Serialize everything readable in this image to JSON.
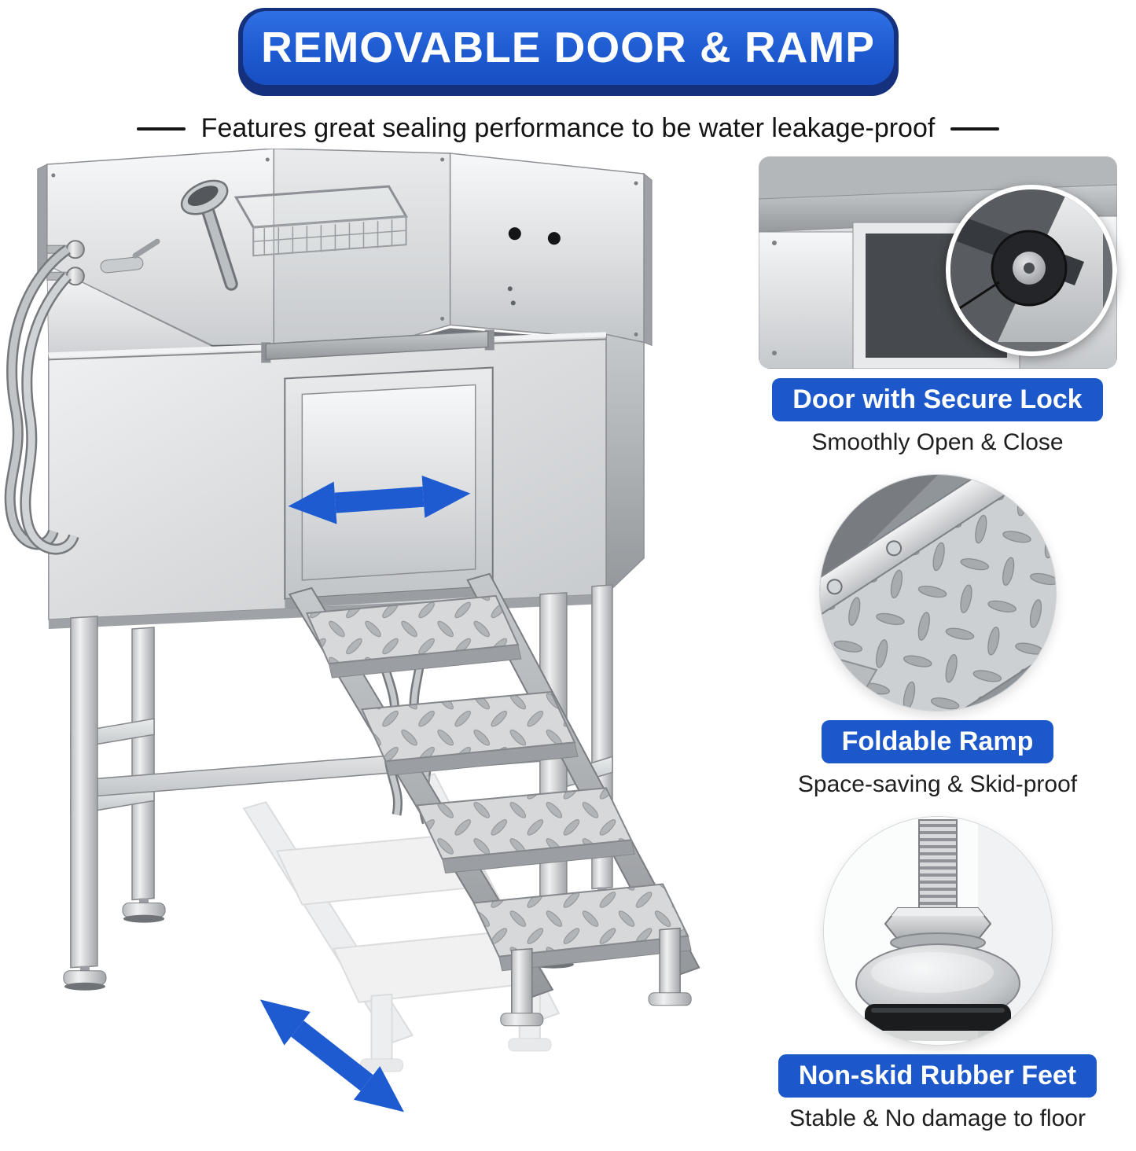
{
  "banner": {
    "title": "REMOVABLE DOOR & RAMP"
  },
  "tagline": "Features great sealing performance to be water leakage-proof",
  "features": [
    {
      "title": "Door with Secure Lock",
      "caption": "Smoothly Open & Close",
      "photo": "door-lock-closeup"
    },
    {
      "title": "Foldable Ramp",
      "caption": "Space-saving & Skid-proof",
      "photo": "diamond-plate-ramp-closeup"
    },
    {
      "title": "Non-skid Rubber Feet",
      "caption": "Stable & No damage to floor",
      "photo": "adjustable-rubber-foot-closeup"
    }
  ],
  "main_illustration": {
    "description": "Stainless steel pet grooming tub with splash guard, shower kit, sliding door and foldable stair ramp",
    "annotations": [
      {
        "icon": "door-slide-arrow-icon",
        "meaning": "door slides left and right"
      },
      {
        "icon": "ramp-fold-arrow-icon",
        "meaning": "ramp folds / moves diagonally"
      }
    ]
  },
  "colors": {
    "banner_blue": "#1e5ad0",
    "banner_navy": "#15317d",
    "label_blue": "#1d58cb",
    "arrow_blue": "#1e5ad0",
    "text_dark": "#141414",
    "steel_light": "#e9ebec",
    "steel_dark": "#9ea1a5"
  }
}
